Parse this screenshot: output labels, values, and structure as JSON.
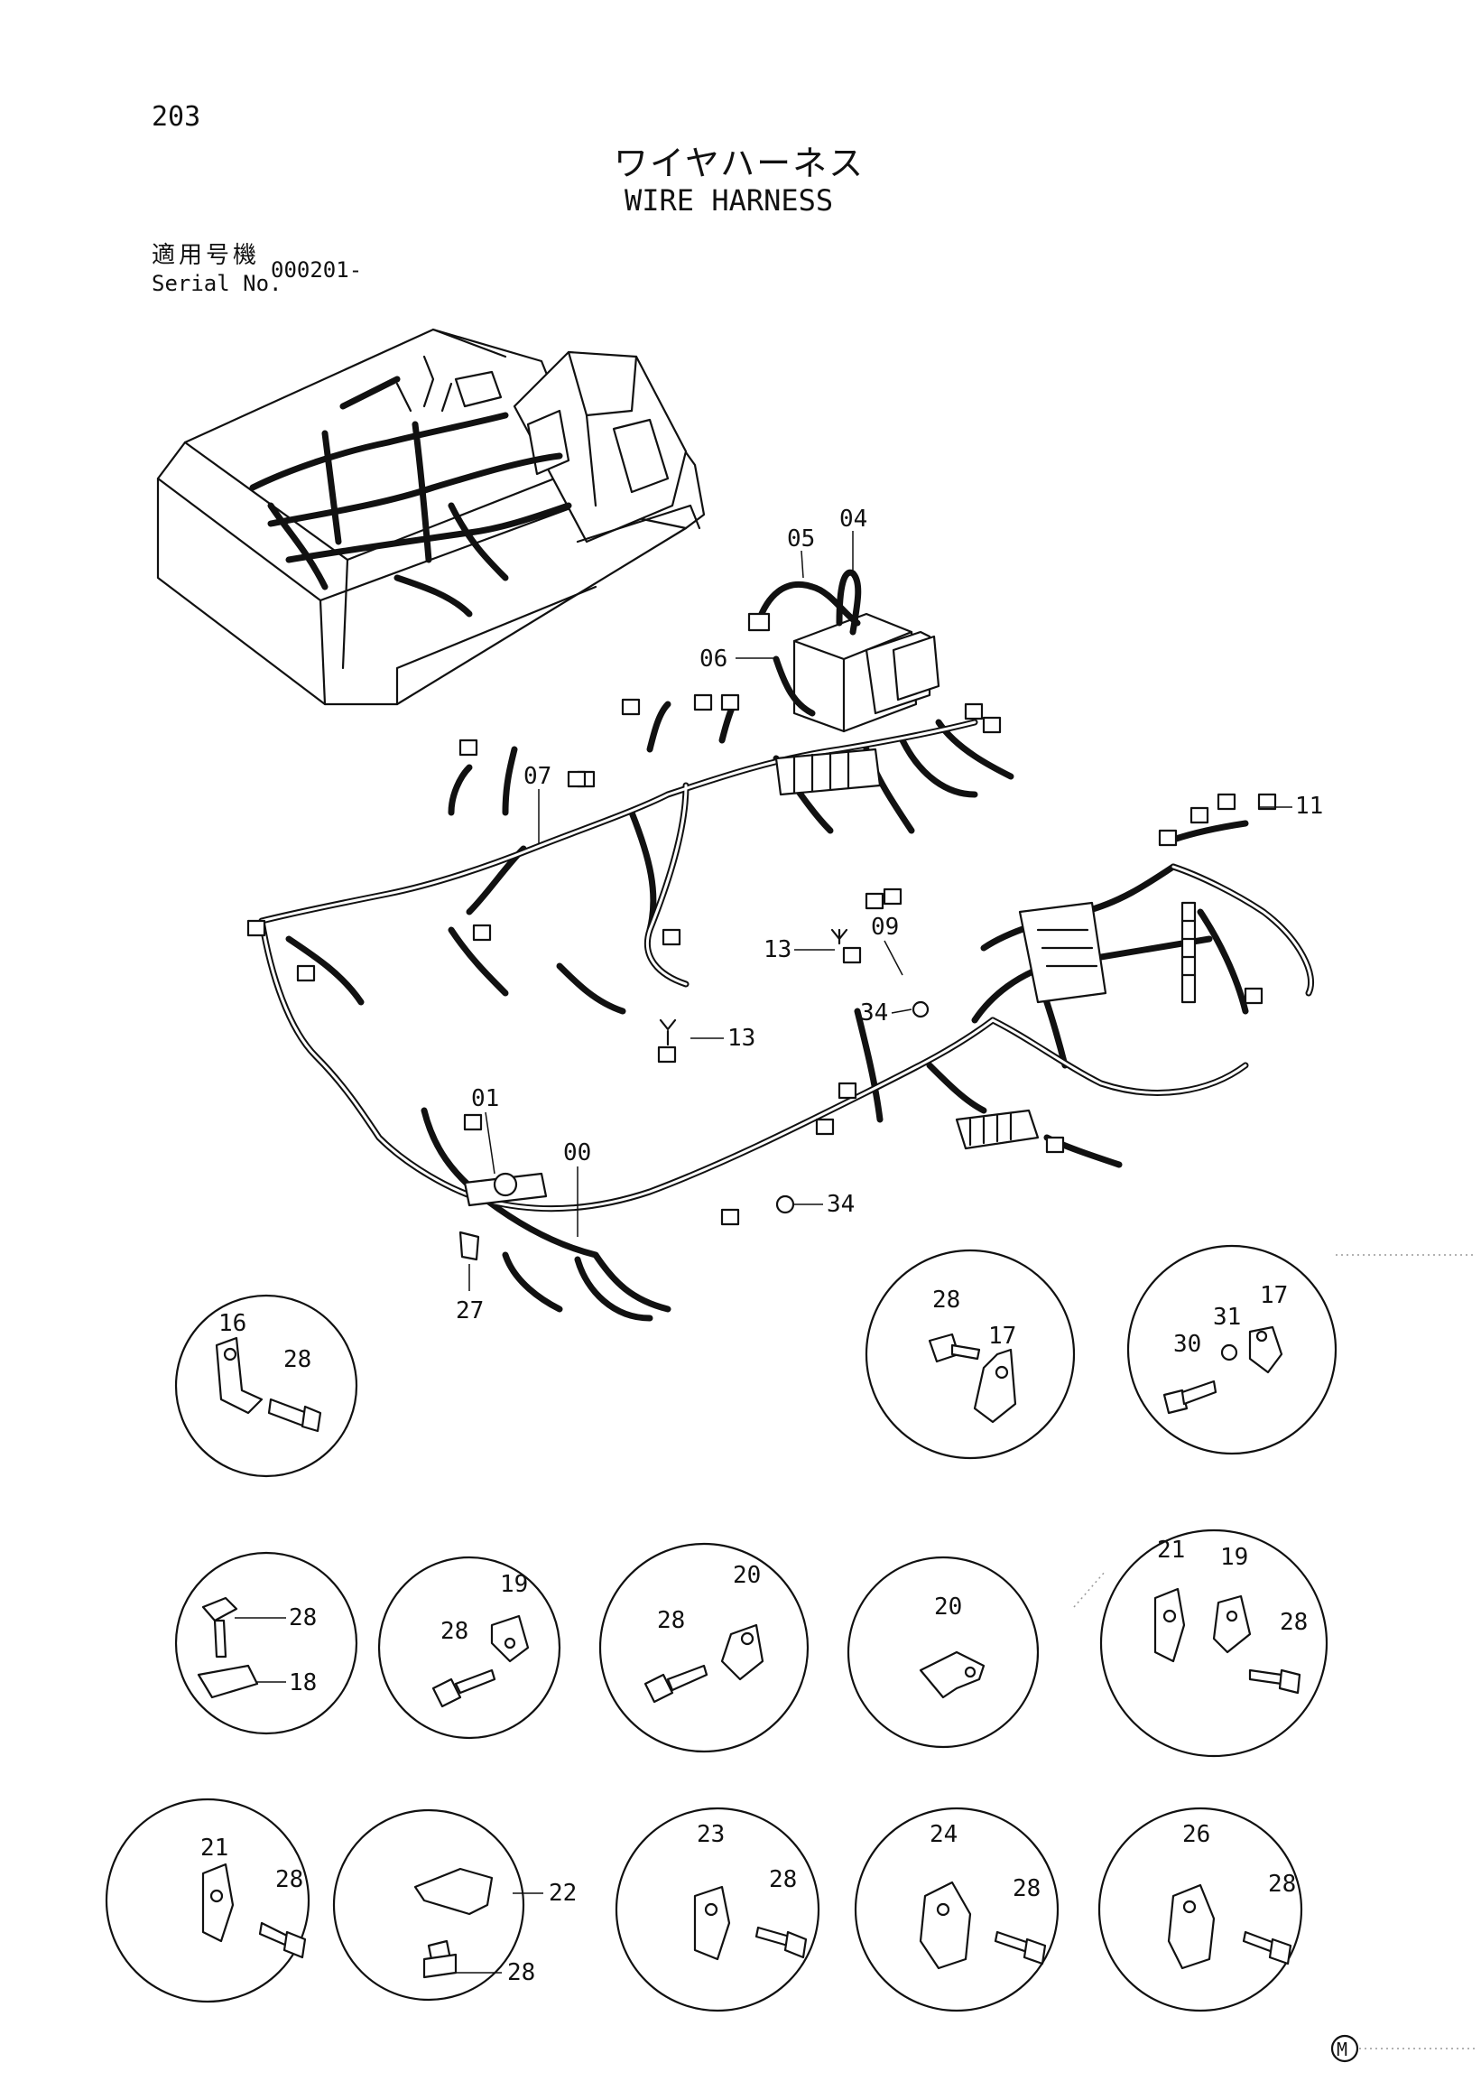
{
  "page": {
    "number": "203",
    "title_jp": "ワイヤハーネス",
    "title_en": "WIRE HARNESS",
    "serial_label_jp": "適用号機",
    "serial_label_en": "Serial No.",
    "serial_value": "000201-",
    "mark": "M"
  },
  "callouts": {
    "c00": "00",
    "c01": "01",
    "c04": "04",
    "c05": "05",
    "c06": "06",
    "c07": "07",
    "c09": "09",
    "c11": "11",
    "c13a": "13",
    "c13b": "13",
    "c27": "27",
    "c34a": "34",
    "c34b": "34"
  },
  "details": {
    "d1": [
      "16",
      "28"
    ],
    "d2": [
      "28",
      "17"
    ],
    "d3": [
      "30",
      "31",
      "17"
    ],
    "d4": [
      "28",
      "18"
    ],
    "d5": [
      "19",
      "28"
    ],
    "d6": [
      "20",
      "28"
    ],
    "d7": [
      "20"
    ],
    "d8": [
      "21",
      "19",
      "28"
    ],
    "d9": [
      "21",
      "28"
    ],
    "d10": [
      "22",
      "28"
    ],
    "d11": [
      "23",
      "28"
    ],
    "d12": [
      "24",
      "28"
    ],
    "d13": [
      "26",
      "28"
    ]
  }
}
